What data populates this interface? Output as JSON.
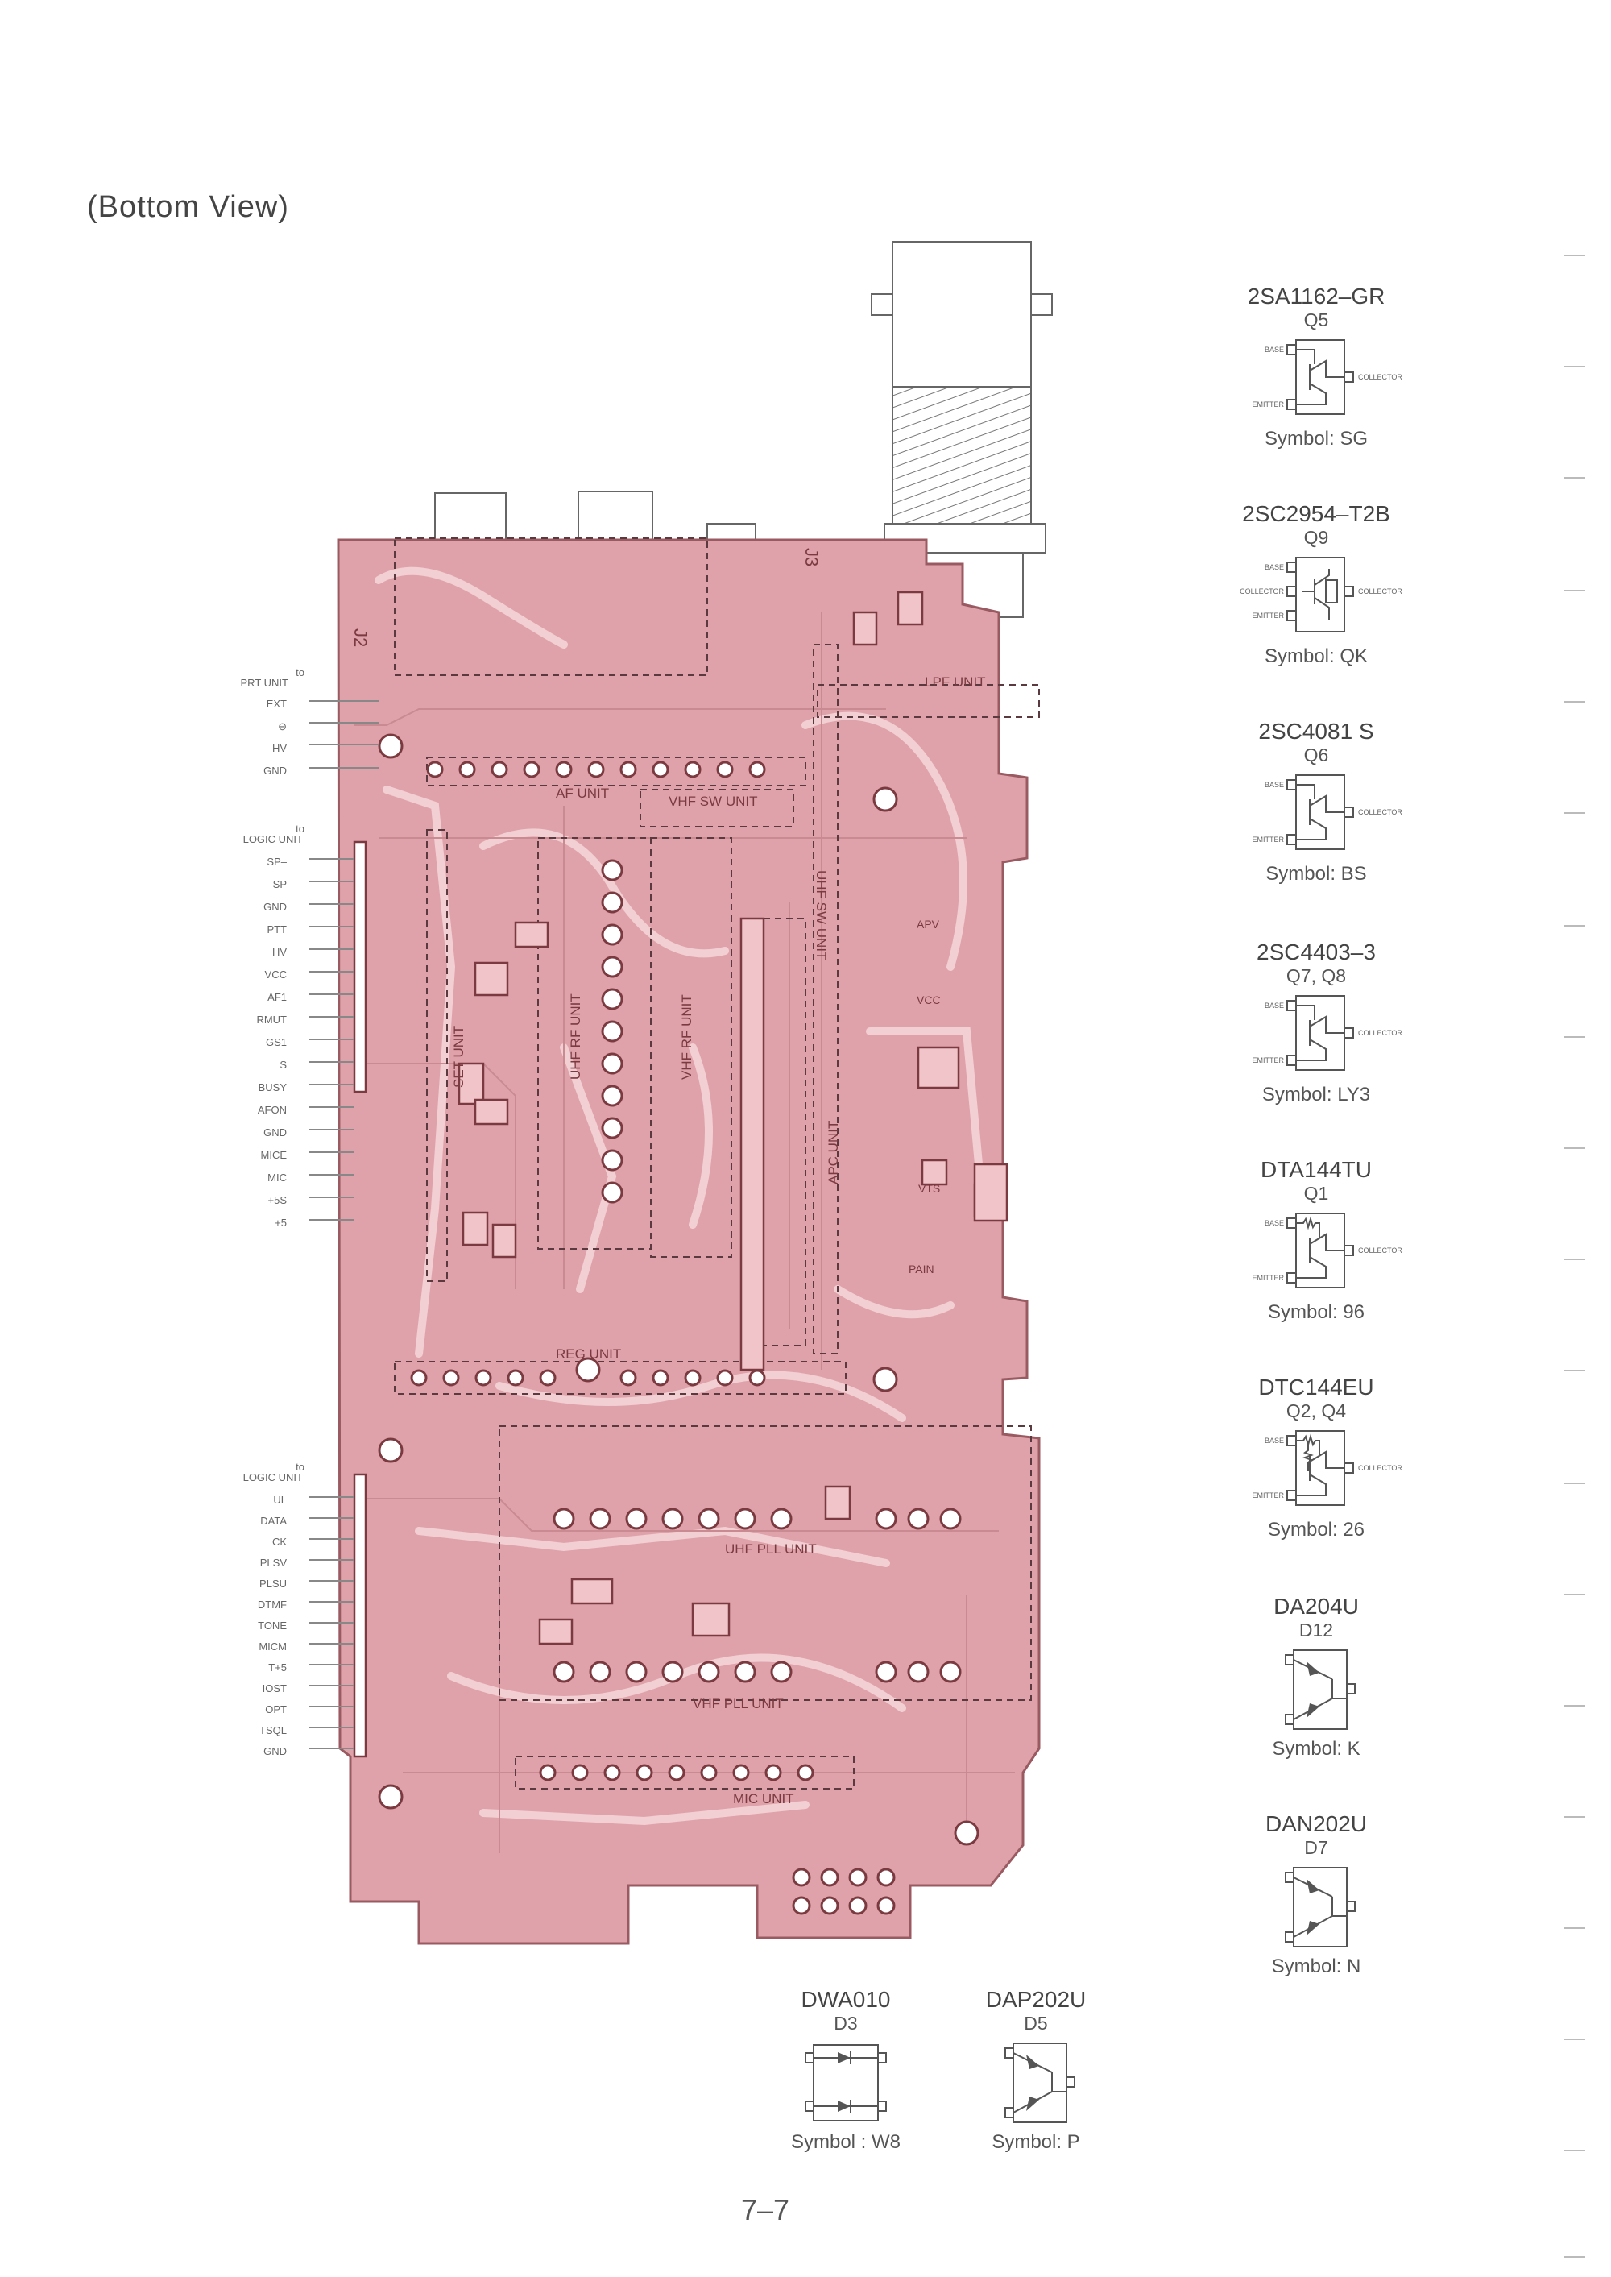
{
  "title": "(Bottom View)",
  "page_number": "7–7",
  "connectors": {
    "prt": {
      "head": [
        "to",
        "PRT UNIT"
      ],
      "pins": [
        "EXT",
        "⊖",
        "HV",
        "GND"
      ]
    },
    "logic1": {
      "head": [
        "to",
        "LOGIC UNIT"
      ],
      "pins": [
        "SP–",
        "SP",
        "GND",
        "PTT",
        "HV",
        "VCC",
        "AF1",
        "RMUT",
        "GS1",
        "S",
        "BUSY",
        "AFON",
        "GND",
        "MICE",
        "MIC",
        "+5S",
        "+5"
      ]
    },
    "logic2": {
      "head": [
        "to",
        "LOGIC UNIT"
      ],
      "pins": [
        "UL",
        "DATA",
        "CK",
        "PLSV",
        "PLSU",
        "DTMF",
        "TONE",
        "MICM",
        "T+5",
        "IOST",
        "OPT",
        "TSQL",
        "GND"
      ]
    }
  },
  "board_labels": [
    "J2",
    "J3",
    "AF UNIT",
    "VHF SW UNIT",
    "LPF UNIT",
    "UHF RF UNIT",
    "VHF RF UNIT",
    "SET UNIT",
    "APC UNIT",
    "REG UNIT",
    "UHF PLL UNIT",
    "VHF PLL UNIT",
    "MIC UNIT",
    "UHF SW UNIT",
    "APV",
    "VCC",
    "VTS",
    "PAIN"
  ],
  "components": [
    {
      "part": "2SA1162–GR",
      "ref": "Q5",
      "symbol": "Symbol: SG",
      "pins": [
        "BASE",
        "EMITTER",
        "COLLECTOR"
      ],
      "kind": "pnp"
    },
    {
      "part": "2SC2954–T2B",
      "ref": "Q9",
      "symbol": "Symbol: QK",
      "pins": [
        "BASE",
        "COLLECTOR",
        "EMITTER",
        "COLLECTOR"
      ],
      "kind": "npn4"
    },
    {
      "part": "2SC4081 S",
      "ref": "Q6",
      "symbol": "Symbol: BS",
      "pins": [
        "BASE",
        "EMITTER",
        "COLLECTOR"
      ],
      "kind": "npn"
    },
    {
      "part": "2SC4403–3",
      "ref": "Q7, Q8",
      "symbol": "Symbol: LY3",
      "pins": [
        "BASE",
        "EMITTER",
        "COLLECTOR"
      ],
      "kind": "npn"
    },
    {
      "part": "DTA144TU",
      "ref": "Q1",
      "symbol": "Symbol: 96",
      "pins": [
        "BASE",
        "EMITTER",
        "COLLECTOR"
      ],
      "kind": "digital"
    },
    {
      "part": "DTC144EU",
      "ref": "Q2, Q4",
      "symbol": "Symbol: 26",
      "pins": [
        "BASE",
        "EMITTER",
        "COLLECTOR"
      ],
      "kind": "digital2"
    },
    {
      "part": "DA204U",
      "ref": "D12",
      "symbol": "Symbol: K",
      "pins": [],
      "kind": "dual-diode"
    },
    {
      "part": "DAN202U",
      "ref": "D7",
      "symbol": "Symbol: N",
      "pins": [],
      "kind": "dual-diode"
    },
    {
      "part": "DWA010",
      "ref": "D3",
      "symbol": "Symbol : W8",
      "pins": [],
      "kind": "twin-diode"
    },
    {
      "part": "DAP202U",
      "ref": "D5",
      "symbol": "Symbol: P",
      "pins": [],
      "kind": "dual-diode"
    }
  ]
}
